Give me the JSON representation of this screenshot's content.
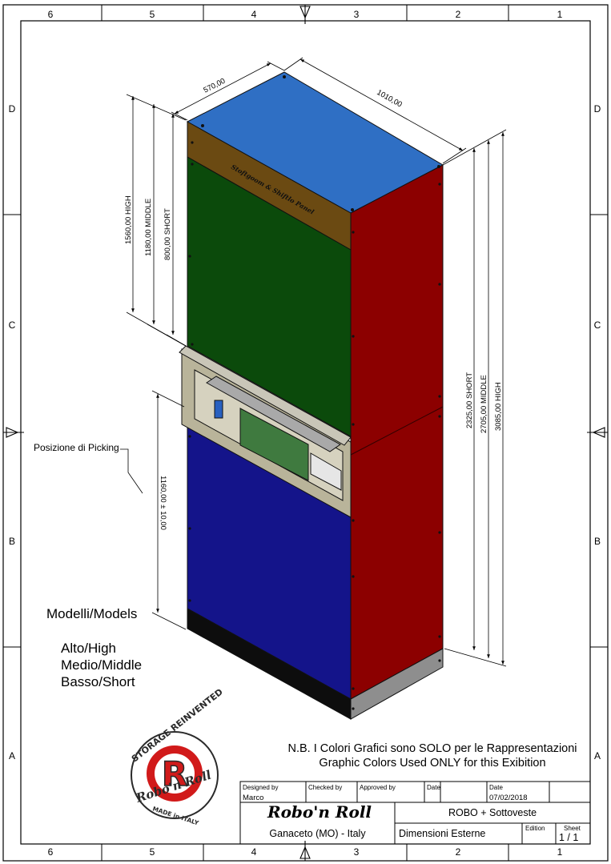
{
  "drawing": {
    "border_columns": [
      "6",
      "5",
      "4",
      "3",
      "2",
      "1"
    ],
    "border_rows": [
      "D",
      "C",
      "B",
      "A"
    ],
    "dimensions": {
      "depth": "570,00",
      "width": "1010,00",
      "left_high": "1560,00 HIGH",
      "left_middle": "1180,00 MIDDLE",
      "left_short": "800,00 SHORT",
      "picking_height": "1160,00 ± 10,00",
      "right_short": "2325,00 SHORT",
      "right_middle": "2705,00 MIDDLE",
      "right_high": "3085,00 HIGH"
    },
    "band_label": "Stoftgoom & Shiftlo Panel",
    "picking_label": "Posizione di Picking",
    "colors": {
      "top": "#2f6fc4",
      "band": "#6b4a12",
      "green": "#0b4a0b",
      "blue": "#14148a",
      "red": "#8c0000",
      "base": "#0d0d0d",
      "frame": "#b9b49a"
    }
  },
  "models": {
    "heading": "Modelli/Models",
    "list": [
      "Alto/High",
      "Medio/Middle",
      "Basso/Short"
    ]
  },
  "notes": {
    "line1": "N.B. I Colori Grafici sono SOLO per le Rappresentazioni",
    "line2": "Graphic Colors Used ONLY for this Exibition"
  },
  "logo": {
    "ring_top": "STORAGE REINVENTED",
    "brand": "Robo'n Roll",
    "ring_bottom": "MADE in ITALY",
    "letter": "R",
    "colors": {
      "red": "#d11a1a",
      "dark": "#2a2a2a"
    }
  },
  "title_block": {
    "designed_by_label": "Designed by",
    "designed_by": "Marco",
    "checked_by_label": "Checked by",
    "approved_by_label": "Approved by",
    "date_label": "Date",
    "date_label_2": "Date",
    "date": "07/02/2018",
    "company": "Robo'n Roll",
    "location": "Ganaceto (MO) - Italy",
    "title": "ROBO + Sottoveste",
    "subtitle": "Dimensioni Esterne",
    "edition_label": "Edition",
    "sheet_label": "Sheet",
    "sheet": "1 / 1"
  }
}
